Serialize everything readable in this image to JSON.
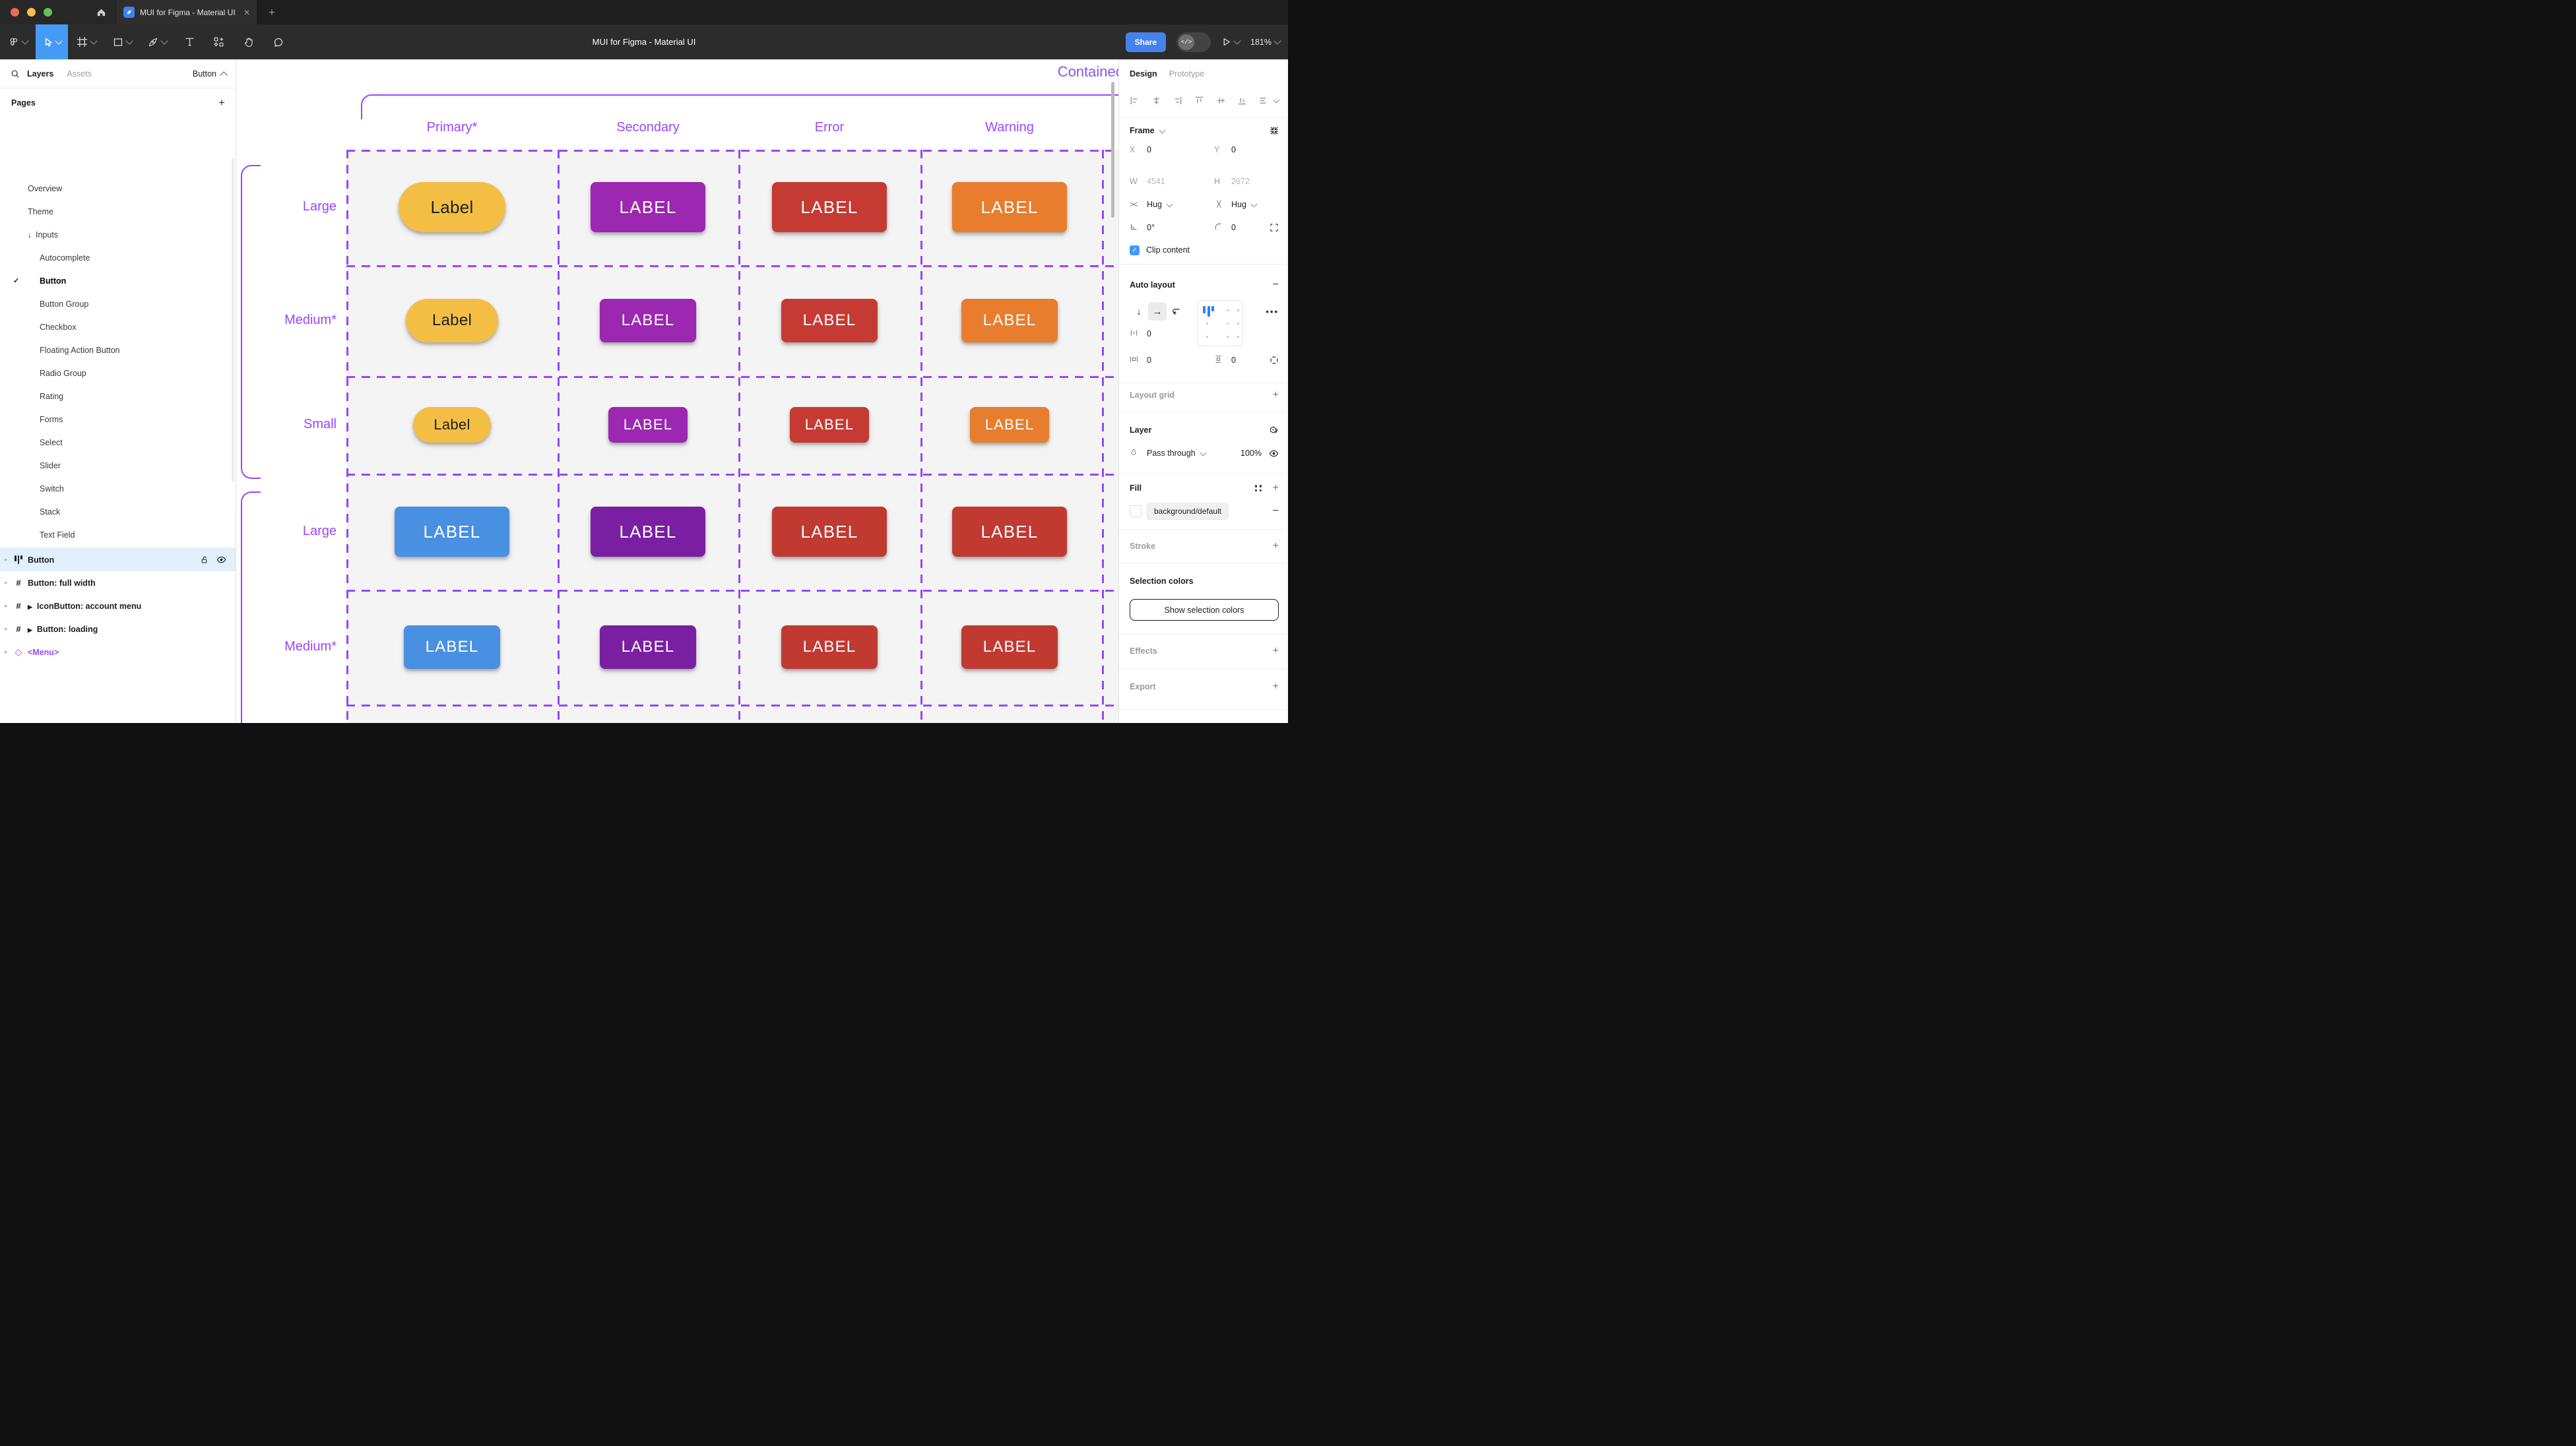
{
  "titlebar": {
    "tab_title": "MUI for Figma - Material UI",
    "close": "✕",
    "new_tab": "+"
  },
  "toolbar": {
    "doc_title": "MUI for Figma - Material UI",
    "share_label": "Share",
    "dev_toggle": "</>",
    "zoom_value": "181%"
  },
  "sidebar": {
    "tab_layers": "Layers",
    "tab_assets": "Assets",
    "page_chip": "Button",
    "pages_header": "Pages",
    "add_page": "+",
    "pages": [
      {
        "label": "Overview"
      },
      {
        "label": "Theme"
      },
      {
        "label": "Inputs",
        "arrow": "↓"
      },
      {
        "label": "Autocomplete"
      },
      {
        "label": "Button",
        "check": "✓"
      },
      {
        "label": "Button Group"
      },
      {
        "label": "Checkbox"
      },
      {
        "label": "Floating Action Button"
      },
      {
        "label": "Radio Group"
      },
      {
        "label": "Rating"
      },
      {
        "label": "Forms"
      },
      {
        "label": "Select"
      },
      {
        "label": "Slider"
      },
      {
        "label": "Switch"
      },
      {
        "label": "Stack"
      },
      {
        "label": "Text Field"
      }
    ],
    "layers": [
      {
        "label": "Button"
      },
      {
        "label": "Button: full width"
      },
      {
        "label": "IconButton: account menu",
        "instance_marker": "▶"
      },
      {
        "label": "Button: loading",
        "instance_marker": "▶"
      },
      {
        "label": "<Menu>",
        "diamond": "◇"
      }
    ],
    "disclosure": "▸"
  },
  "canvas": {
    "frame_title": "Contained",
    "accent_purple": "#9747FF",
    "columns": [
      "Primary*",
      "Secondary",
      "Error",
      "Warning"
    ],
    "rows": [
      "Large",
      "Medium*",
      "Small",
      "Large",
      "Medium*"
    ],
    "buttons": [
      {
        "label": "Label",
        "bg": "#F4BE45",
        "fg": "#1F1F1F"
      },
      {
        "label": "LABEL",
        "bg": "#9C27B0",
        "fg": "#FFFFFF"
      },
      {
        "label": "LABEL",
        "bg": "#C53B33",
        "fg": "#FFFFFF"
      },
      {
        "label": "LABEL",
        "bg": "#E87D2E",
        "fg": "#FFFFFF"
      },
      {
        "label": "Label",
        "bg": "#F4BE45",
        "fg": "#1F1F1F"
      },
      {
        "label": "LABEL",
        "bg": "#9C27B0",
        "fg": "#FFFFFF"
      },
      {
        "label": "LABEL",
        "bg": "#C53B33",
        "fg": "#FFFFFF"
      },
      {
        "label": "LABEL",
        "bg": "#E87D2E",
        "fg": "#FFFFFF"
      },
      {
        "label": "Label",
        "bg": "#F4BE45",
        "fg": "#1F1F1F"
      },
      {
        "label": "LABEL",
        "bg": "#9C27B0",
        "fg": "#FFFFFF"
      },
      {
        "label": "LABEL",
        "bg": "#C53B33",
        "fg": "#FFFFFF"
      },
      {
        "label": "LABEL",
        "bg": "#E87D2E",
        "fg": "#FFFFFF"
      },
      {
        "label": "LABEL",
        "bg": "#4A90E2",
        "fg": "#FFFFFF"
      },
      {
        "label": "LABEL",
        "bg": "#7B1FA2",
        "fg": "#FFFFFF"
      },
      {
        "label": "LABEL",
        "bg": "#C03A32",
        "fg": "#FFFFFF"
      },
      {
        "label": "LABEL",
        "bg": "#C03A32",
        "fg": "#FFFFFF"
      },
      {
        "label": "LABEL",
        "bg": "#4A90E2",
        "fg": "#FFFFFF"
      },
      {
        "label": "LABEL",
        "bg": "#7B1FA2",
        "fg": "#FFFFFF"
      },
      {
        "label": "LABEL",
        "bg": "#C03A32",
        "fg": "#FFFFFF"
      },
      {
        "label": "LABEL",
        "bg": "#C03A32",
        "fg": "#FFFFFF"
      }
    ]
  },
  "panel": {
    "tab_design": "Design",
    "tab_prototype": "Prototype",
    "frame": {
      "title": "Frame",
      "x_label": "X",
      "x": "0",
      "y_label": "Y",
      "y": "0",
      "w_label": "W",
      "w": "4541",
      "h_label": "H",
      "h": "2672",
      "hug_h": "Hug",
      "hug_v": "Hug",
      "angle": "0°",
      "radius": "0",
      "clip_label": "Clip content",
      "clip_check": "✓"
    },
    "auto_layout": {
      "title": "Auto layout",
      "dir_down": "↓",
      "dir_right": "→",
      "gap": "0",
      "pad_h": "0",
      "pad_v": "0",
      "more": "•••"
    },
    "layout_grid": {
      "title": "Layout grid"
    },
    "layer": {
      "title": "Layer",
      "blend": "Pass through",
      "opacity": "100%"
    },
    "fill": {
      "title": "Fill",
      "style_name": "background/default"
    },
    "stroke": {
      "title": "Stroke"
    },
    "selection_colors": {
      "title": "Selection colors",
      "button_label": "Show selection colors"
    },
    "effects": {
      "title": "Effects"
    },
    "export": {
      "title": "Export"
    }
  }
}
